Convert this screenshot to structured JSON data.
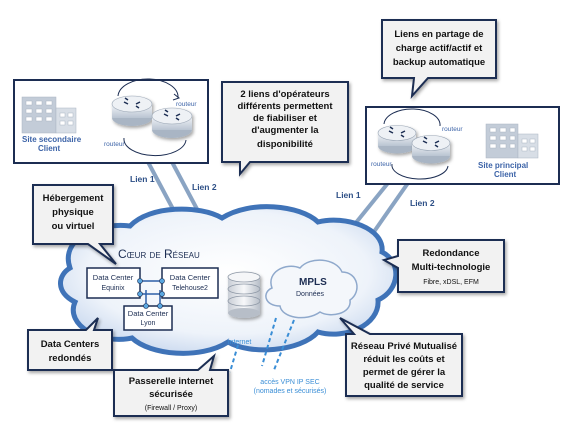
{
  "sites": {
    "secondary": {
      "label_line1": "Site secondaire",
      "label_line2": "Client",
      "router_top": "routeur",
      "router_left": "routeur"
    },
    "primary": {
      "label_line1": "Site principal",
      "label_line2": "Client",
      "router_top": "routeur",
      "router_left": "routeur"
    }
  },
  "links": {
    "left_lien1": "Lien 1",
    "left_lien2": "Lien 2",
    "right_lien1": "Lien 1",
    "right_lien2": "Lien 2"
  },
  "callouts": {
    "operators": [
      "2 liens d'opérateurs",
      "différents permettent",
      "de fiabiliser et",
      "d'augmenter la",
      "disponibilité"
    ],
    "sharing": [
      "Liens en partage de",
      "charge actif/actif et",
      "backup automatique"
    ],
    "hosting": [
      "Hébergement",
      "physique",
      "ou virtuel"
    ],
    "redundancy_title": [
      "Redondance",
      "Multi-technologie"
    ],
    "redundancy_sub": "Fibre, xDSL, EFM",
    "datacenters": [
      "Data Centers",
      "redondés"
    ],
    "gateway_title": [
      "Passerelle internet",
      "sécurisée"
    ],
    "gateway_sub": "(Firewall / Proxy)",
    "private": [
      "Réseau Privé Mutualisé",
      "réduit les coûts et",
      "permet de gérer la",
      "qualité de service"
    ]
  },
  "core": {
    "title": "Cœur de Réseau",
    "dc_equinix": [
      "Data Center",
      "Equinix"
    ],
    "dc_telehouse": [
      "Data Center",
      "Telehouse2"
    ],
    "dc_lyon": [
      "Data Center",
      "Lyon"
    ],
    "mpls_title": "MPLS",
    "mpls_sub": "Données",
    "internet": "internet",
    "vpn": [
      "accès VPN IP SEC",
      "(nomades et sécurisés)"
    ]
  },
  "colors": {
    "navy": "#1c2d52",
    "cloud_blue": "#3f73b8",
    "cloud_light": "#e6eef8",
    "link_line": "#8aa4c3",
    "callout_bg": "#f2f2f2",
    "text_blue": "#3d64a8"
  }
}
